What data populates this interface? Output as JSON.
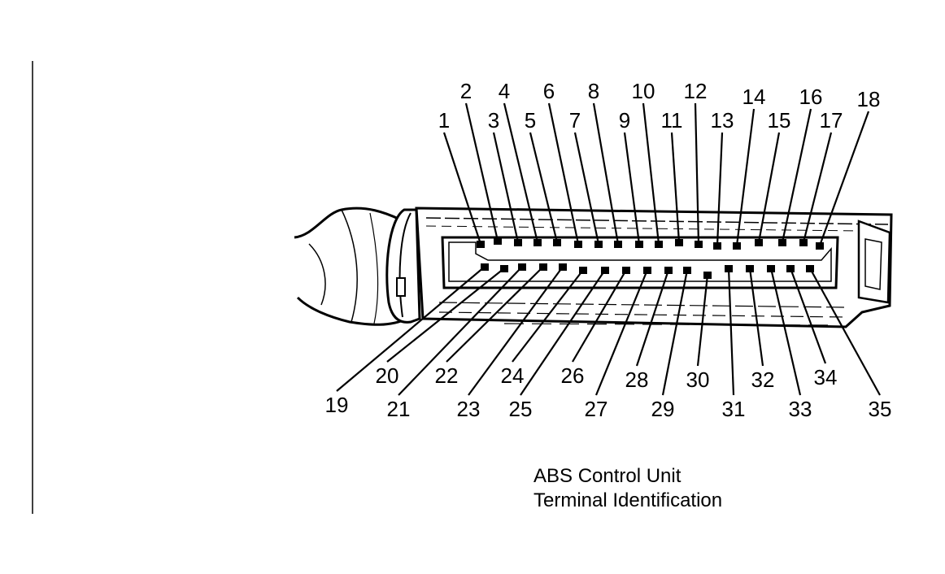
{
  "caption": {
    "line1": "ABS Control Unit",
    "line2": "Terminal Identification"
  },
  "terminals": {
    "top_row": [
      "1",
      "2",
      "3",
      "4",
      "5",
      "6",
      "7",
      "8",
      "9",
      "10",
      "11",
      "12",
      "13",
      "14",
      "15",
      "16",
      "17",
      "18"
    ],
    "bottom_row": [
      "19",
      "20",
      "21",
      "22",
      "23",
      "24",
      "25",
      "26",
      "27",
      "28",
      "29",
      "30",
      "31",
      "32",
      "33",
      "34",
      "35"
    ]
  },
  "colors": {
    "ink": "#000000",
    "background": "#ffffff"
  }
}
